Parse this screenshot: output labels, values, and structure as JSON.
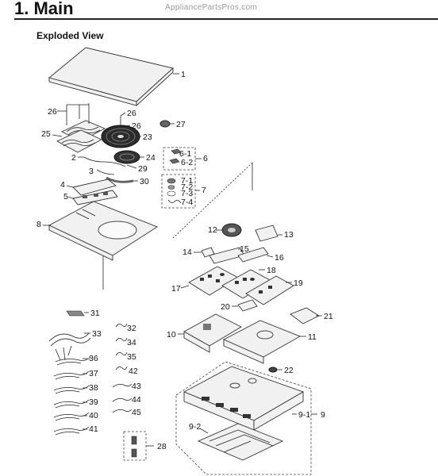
{
  "header": {
    "title": "1. Main",
    "watermark": "AppliancePartsPros.com",
    "subtitle": "Exploded View"
  },
  "callouts": {
    "c1": "1",
    "c2": "2",
    "c3": "3",
    "c4": "4",
    "c5": "5",
    "c6": "6",
    "c6_1": "6-1",
    "c6_2": "6-2",
    "c7": "7",
    "c7_1": "7-1",
    "c7_2": "7-2",
    "c7_3": "7-3",
    "c7_4": "7-4",
    "c8": "8",
    "c9": "9",
    "c9_1": "9-1",
    "c9_2": "9-2",
    "c10": "10",
    "c11": "11",
    "c12": "12",
    "c13": "13",
    "c14": "14",
    "c15": "15",
    "c16": "16",
    "c17": "17",
    "c18": "18",
    "c19": "19",
    "c20": "20",
    "c21": "21",
    "c22": "22",
    "c23": "23",
    "c24": "24",
    "c25": "25",
    "c26a": "26",
    "c26b": "26",
    "c26c": "26",
    "c27": "27",
    "c28": "28",
    "c29": "29",
    "c30": "30",
    "c31": "31",
    "c32": "32",
    "c33": "33",
    "c34": "34",
    "c35": "35",
    "c36": "36",
    "c37": "37",
    "c38": "38",
    "c39": "39",
    "c40": "40",
    "c41": "41",
    "c42": "42",
    "c43": "43",
    "c44": "44",
    "c45": "45"
  }
}
